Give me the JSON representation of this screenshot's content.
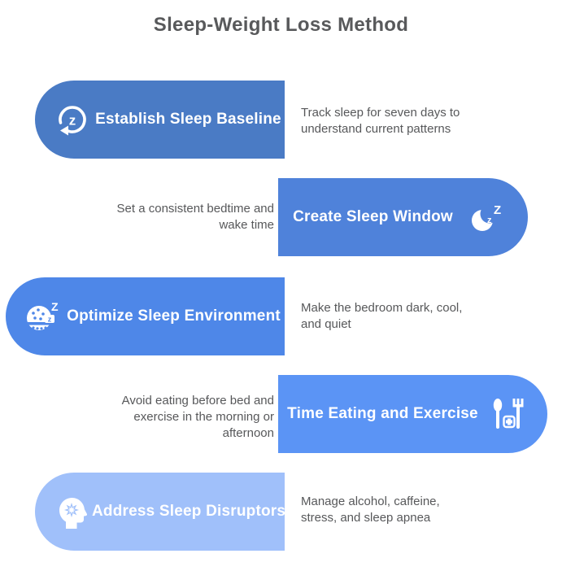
{
  "title": "Sleep-Weight Loss Method",
  "colors": {
    "background": "#ffffff",
    "title_text": "#58595b",
    "description_text": "#57585a",
    "card_text": "#ffffff"
  },
  "steps": [
    {
      "title": "Establish Sleep Baseline",
      "description": "Track sleep for seven days to\nunderstand current patterns",
      "icon": "sleep-cycle-icon",
      "side": "left",
      "color": "#4a7bc5"
    },
    {
      "title": "Create Sleep Window",
      "description": "Set a consistent bedtime and\nwake time",
      "icon": "moon-zz-icon",
      "side": "right",
      "color": "#4f82da"
    },
    {
      "title": "Optimize Sleep Environment",
      "description": "Make the bedroom dark, cool,\nand quiet",
      "icon": "sleeping-zz-icon",
      "side": "left",
      "color": "#4e87e8"
    },
    {
      "title": "Time Eating and Exercise",
      "description": "Avoid eating before bed and\nexercise in the morning or\nafternoon",
      "icon": "utensils-plus-icon",
      "side": "right",
      "color": "#5b94f5"
    },
    {
      "title": "Address Sleep Disruptors",
      "description": "Manage alcohol, caffeine,\nstress, and sleep apnea",
      "icon": "head-star-icon",
      "side": "left",
      "color": "#a0c0fa"
    }
  ]
}
